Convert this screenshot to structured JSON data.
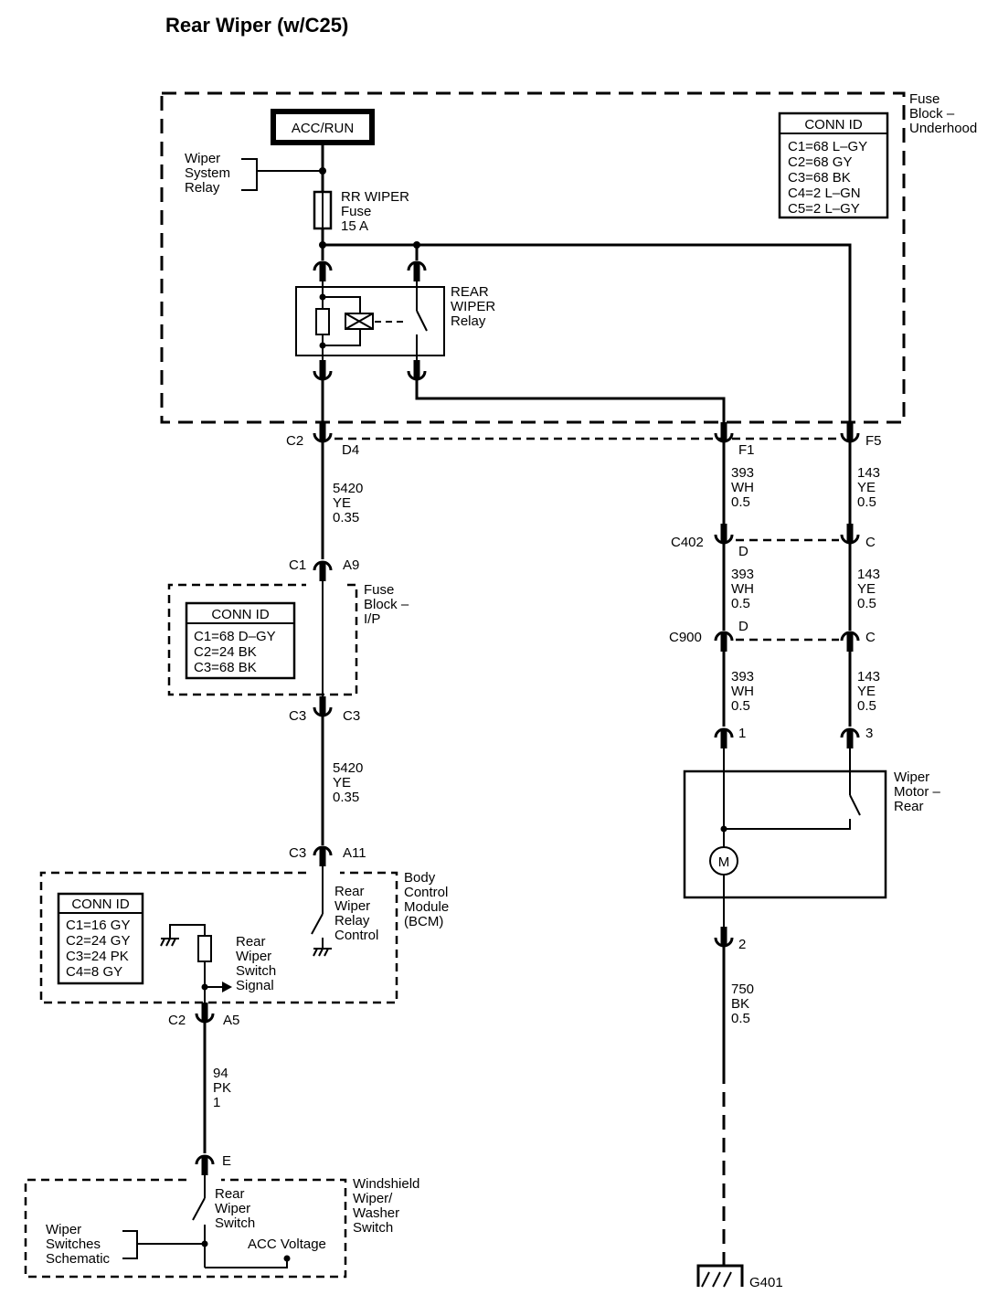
{
  "title": "Rear Wiper (w/C25)",
  "fuse_block_underhood": {
    "label": [
      "Fuse",
      "Block –",
      "Underhood"
    ],
    "power_source": "ACC/RUN",
    "wiper_system_relay_ref": [
      "Wiper",
      "System",
      "Relay"
    ],
    "fuse": {
      "label": [
        "RR WIPER",
        "Fuse",
        "15 A"
      ]
    },
    "relay": {
      "label": [
        "REAR",
        "WIPER",
        "Relay"
      ]
    },
    "conn_id": {
      "title": "CONN ID",
      "items": [
        "C1=68 L–GY",
        "C2=68 GY",
        "C3=68 BK",
        "C4=2 L–GN",
        "C5=2 L–GY"
      ]
    }
  },
  "connectors": {
    "c2_d4": {
      "conn": "C2",
      "pin": "D4"
    },
    "f1": {
      "pin": "F1"
    },
    "f5": {
      "pin": "F5"
    },
    "c402": {
      "conn": "C402",
      "pin_left": "D",
      "pin_right": "C"
    },
    "c900": {
      "conn": "C900",
      "pin_left": "D",
      "pin_right": "C"
    },
    "c1_a9": {
      "conn": "C1",
      "pin": "A9"
    },
    "c3_c3": {
      "conn": "C3",
      "pin": "C3"
    },
    "c3_a11": {
      "conn": "C3",
      "pin": "A11"
    },
    "c2_a5": {
      "conn": "C2",
      "pin": "A5"
    },
    "e": {
      "pin": "E"
    },
    "motor_1": {
      "pin": "1"
    },
    "motor_3": {
      "pin": "3"
    },
    "motor_2": {
      "pin": "2"
    }
  },
  "wires": {
    "w5420_top": [
      "5420",
      "YE",
      "0.35"
    ],
    "w5420_bot": [
      "5420",
      "YE",
      "0.35"
    ],
    "w393_a": [
      "393",
      "WH",
      "0.5"
    ],
    "w393_b": [
      "393",
      "WH",
      "0.5"
    ],
    "w393_c": [
      "393",
      "WH",
      "0.5"
    ],
    "w143_a": [
      "143",
      "YE",
      "0.5"
    ],
    "w143_b": [
      "143",
      "YE",
      "0.5"
    ],
    "w143_c": [
      "143",
      "YE",
      "0.5"
    ],
    "w750": [
      "750",
      "BK",
      "0.5"
    ],
    "w94": [
      "94",
      "PK",
      "1"
    ]
  },
  "fuse_block_ip": {
    "label": [
      "Fuse",
      "Block –",
      "I/P"
    ],
    "conn_id": {
      "title": "CONN ID",
      "items": [
        "C1=68 D–GY",
        "C2=24 BK",
        "C3=68 BK"
      ]
    }
  },
  "bcm": {
    "label": [
      "Body",
      "Control",
      "Module",
      "(BCM)"
    ],
    "relay_control": [
      "Rear",
      "Wiper",
      "Relay",
      "Control"
    ],
    "switch_signal": [
      "Rear",
      "Wiper",
      "Switch",
      "Signal"
    ],
    "conn_id": {
      "title": "CONN ID",
      "items": [
        "C1=16 GY",
        "C2=24 GY",
        "C3=24 PK",
        "C4=8 GY"
      ]
    }
  },
  "wiper_motor": {
    "label": [
      "Wiper",
      "Motor –",
      "Rear"
    ],
    "motor_symbol": "M"
  },
  "ground": {
    "label": "G401"
  },
  "washer_switch": {
    "label": [
      "Windshield",
      "Wiper/",
      "Washer",
      "Switch"
    ],
    "rear_switch": [
      "Rear",
      "Wiper",
      "Switch"
    ],
    "schematic_ref": [
      "Wiper",
      "Switches",
      "Schematic"
    ],
    "acc_voltage": "ACC Voltage"
  }
}
